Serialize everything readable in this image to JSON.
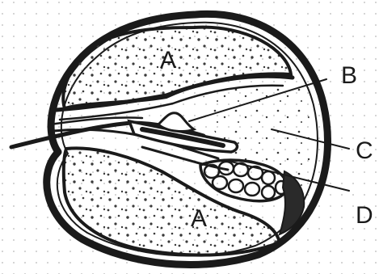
{
  "labels": {
    "region_upper": "A",
    "region_lower": "A",
    "pointer_b": "B",
    "pointer_c": "C",
    "pointer_d": "D"
  },
  "colors": {
    "ink": "#1a1a1a",
    "background": "#ffffff",
    "stipple": "#3a3a3a",
    "grid_dots": "#c8c8c8"
  }
}
